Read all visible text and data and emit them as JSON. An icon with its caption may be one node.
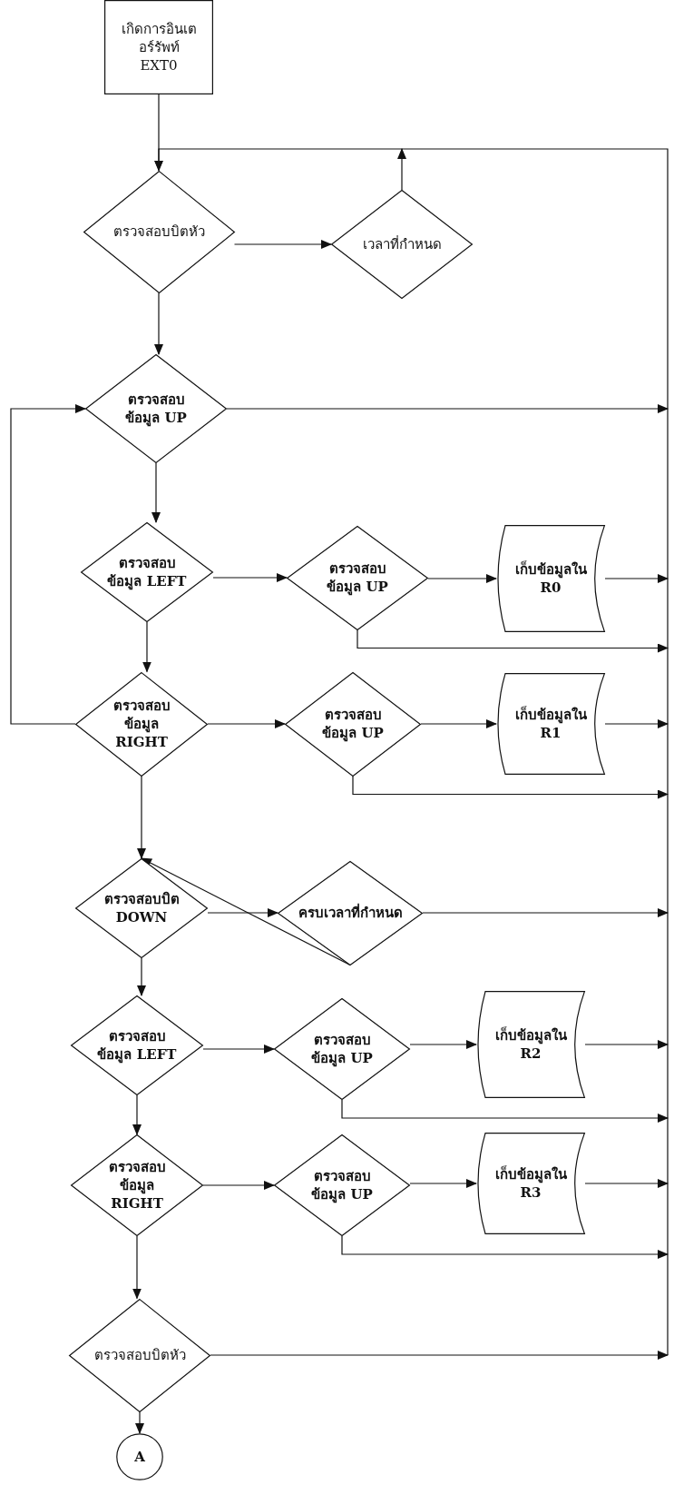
{
  "diagram": {
    "nodes": [
      {
        "text": [
          "เกิดการอินเตอร์รัพท์ EXT0"
        ]
      },
      {
        "text": [
          "ตรวจสอบบิตหัว"
        ]
      },
      {
        "text": [
          "เวลาที่กำหนด"
        ]
      },
      {
        "text": [
          "ตรวจสอบข้อมูล UP"
        ]
      },
      {
        "text": [
          "ตรวจสอบข้อมูล LEFT"
        ]
      },
      {
        "text": [
          "ตรวจสอบข้อมูล UP"
        ]
      },
      {
        "text": [
          "เก็บข้อมูลใน R0"
        ]
      },
      {
        "text": [
          "ตรวจสอบข้อมูล RIGHT"
        ]
      },
      {
        "text": [
          "ตรวจสอบข้อมูล UP"
        ]
      },
      {
        "text": [
          "เก็บข้อมูลใน R1"
        ]
      },
      {
        "text": [
          "ตรวจสอบบิต DOWN"
        ]
      },
      {
        "text": [
          "ครบเวลาที่กำหนด"
        ]
      },
      {
        "text": [
          "ตรวจสอบข้อมูล LEFT"
        ]
      },
      {
        "text": [
          "ตรวจสอบข้อมูล UP"
        ]
      },
      {
        "text": [
          "เก็บข้อมูลใน R2"
        ]
      },
      {
        "text": [
          "ตรวจสอบข้อมูล RIGHT"
        ]
      },
      {
        "text": [
          "ตรวจสอบข้อมูล UP"
        ]
      },
      {
        "text": [
          "เก็บข้อมูลใน R3"
        ]
      },
      {
        "text": [
          "ตรวจสอบบิตหัว"
        ]
      },
      {
        "text": [
          "A"
        ]
      }
    ],
    "edges": [
      {
        "from": 0,
        "to": 1,
        "arrow": "to"
      },
      {
        "from": 1,
        "to": 2,
        "arrow": "to"
      },
      {
        "from": 2,
        "to": 1,
        "arrow": "to"
      },
      {
        "from": 1,
        "to": 3,
        "arrow": "to"
      },
      {
        "from": 3,
        "to": 1,
        "arrow": "to"
      },
      {
        "from": 3,
        "to": 4,
        "arrow": "to"
      },
      {
        "from": 4,
        "to": 5,
        "arrow": "to"
      },
      {
        "from": 5,
        "to": 6,
        "arrow": "to"
      },
      {
        "from": 6,
        "to": 1,
        "arrow": "to"
      },
      {
        "from": 5,
        "to": 1,
        "arrow": "to"
      },
      {
        "from": 4,
        "to": 7,
        "arrow": "to"
      },
      {
        "from": 7,
        "to": 3,
        "arrow": "to"
      },
      {
        "from": 7,
        "to": 8,
        "arrow": "to"
      },
      {
        "from": 8,
        "to": 9,
        "arrow": "to"
      },
      {
        "from": 9,
        "to": 1,
        "arrow": "to"
      },
      {
        "from": 8,
        "to": 1,
        "arrow": "to"
      },
      {
        "from": 7,
        "to": 10,
        "arrow": "to"
      },
      {
        "from": 11,
        "to": 10,
        "arrow": "to"
      },
      {
        "from": 10,
        "to": 11,
        "arrow": "to"
      },
      {
        "from": 11,
        "to": 1,
        "arrow": "to"
      },
      {
        "from": 10,
        "to": 12,
        "arrow": "to"
      },
      {
        "from": 12,
        "to": 13,
        "arrow": "to"
      },
      {
        "from": 13,
        "to": 14,
        "arrow": "to"
      },
      {
        "from": 14,
        "to": 1,
        "arrow": "to"
      },
      {
        "from": 13,
        "to": 1,
        "arrow": "to"
      },
      {
        "from": 12,
        "to": 15,
        "arrow": "to"
      },
      {
        "from": 15,
        "to": 16,
        "arrow": "to"
      },
      {
        "from": 16,
        "to": 17,
        "arrow": "to"
      },
      {
        "from": 17,
        "to": 1,
        "arrow": "to"
      },
      {
        "from": 16,
        "to": 1,
        "arrow": "to"
      },
      {
        "from": 15,
        "to": 18,
        "arrow": "to"
      },
      {
        "from": 18,
        "to": 1,
        "arrow": "to"
      },
      {
        "from": 18,
        "to": 19,
        "arrow": "to"
      }
    ]
  }
}
